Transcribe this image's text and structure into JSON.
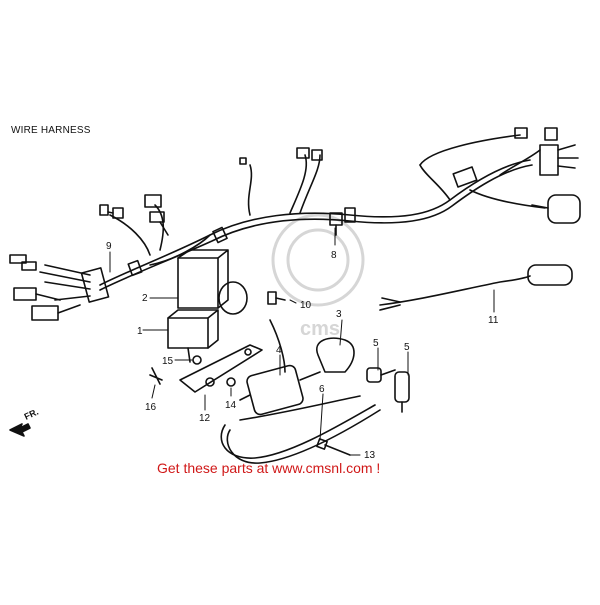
{
  "title": "WIRE HARNESS",
  "promo_text": "Get these parts at www.cmsnl.com !",
  "direction_label": "FR.",
  "colors": {
    "line": "#111111",
    "promo": "#d01818",
    "watermark": "#d6d6d6"
  },
  "callouts": [
    "1",
    "2",
    "3",
    "4",
    "5",
    "5",
    "6",
    "8",
    "9",
    "10",
    "11",
    "12",
    "13",
    "14",
    "15",
    "16"
  ],
  "watermark_text": "cms"
}
